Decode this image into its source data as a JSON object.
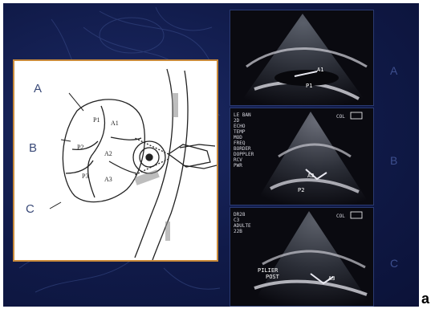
{
  "drawing": {
    "labels": {
      "a": "A",
      "b": "B",
      "c": "C"
    },
    "segments": {
      "p1": "P1",
      "p2": "P2",
      "p3": "P3",
      "a1": "A1",
      "a2": "A2",
      "a3": "A3"
    }
  },
  "echo": {
    "top": {
      "tags": {
        "a1": "A1",
        "p1": "P1"
      }
    },
    "middle": {
      "col_badge": "COL",
      "tags": {
        "a2": "A2",
        "p2": "P2"
      },
      "info_lines": [
        "LE BAN",
        "2D",
        "ECHO",
        "TEMP",
        "MOD",
        "FREQ",
        "BORDER",
        "DOPPLER",
        "RCV",
        "PWR"
      ]
    },
    "bottom": {
      "col_badge": "COL",
      "tags": {
        "pilier": "PILIER",
        "post": "POST",
        "a3": "A3"
      },
      "info_lines": [
        "DR28",
        "C3",
        "ADULTE",
        "22B"
      ]
    }
  },
  "side_labels": {
    "a": "A",
    "b": "B",
    "c": "C"
  },
  "figure_letter": "a",
  "colors": {
    "slide_bg": "#101a48",
    "panel_border": "#c98a3a",
    "label_blue": "#3a4a78"
  }
}
